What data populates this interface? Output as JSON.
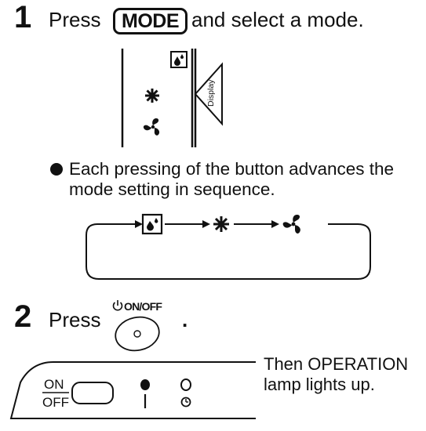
{
  "step1": {
    "number": "1",
    "press": "Press",
    "mode_button": "MODE",
    "rest": "and select a mode.",
    "display_label": "Display",
    "icons": [
      "dry-icon",
      "cool-icon",
      "fan-icon"
    ]
  },
  "bullet": {
    "line1": "Each pressing of the button advances the",
    "line2": "mode setting in sequence."
  },
  "step2": {
    "number": "2",
    "press": "Press",
    "onoff_label": "ON/OFF",
    "period": "."
  },
  "panel": {
    "on": "ON",
    "off": "OFF",
    "note_line1": "Then OPERATION",
    "note_line2": "lamp lights up."
  }
}
